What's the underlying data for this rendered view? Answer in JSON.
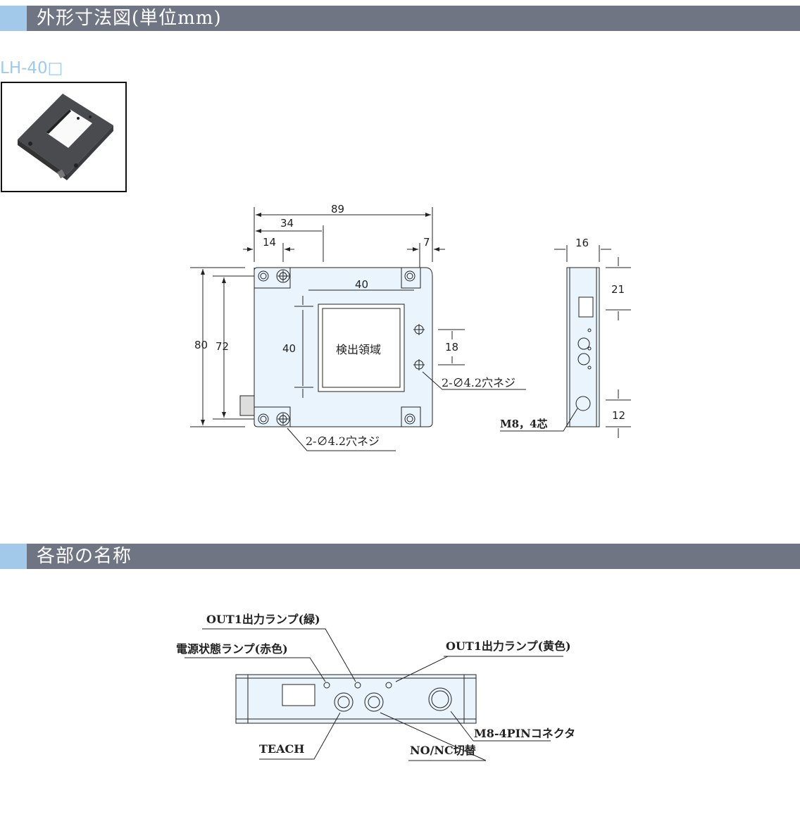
{
  "section1": {
    "title": "外形寸法図(単位mm)"
  },
  "model": "LH-40□",
  "front_view": {
    "dims": {
      "overall_width": "89",
      "to_center": "34",
      "hole_offset": "14",
      "right_margin": "7",
      "window_width": "40",
      "window_height": "40",
      "overall_height": "80",
      "hole_pitch_vertical": "72",
      "side_hole_pitch": "18"
    },
    "window_label": "検出領域",
    "hole_note_side": "2-∅4.2穴ネジ",
    "hole_note_bottom": "2-∅4.2穴ネジ"
  },
  "side_view": {
    "dims": {
      "thickness": "16",
      "top_offset": "21",
      "bottom_offset": "12"
    },
    "connector_note": "M8，4芯"
  },
  "section2": {
    "title": "各部の名称"
  },
  "parts": {
    "out1_green": "OUT1出力ランプ(緑)",
    "power_red": "電源状態ランプ(赤色)",
    "out1_yellow": "OUT1出力ランプ(黄色)",
    "teach": "TEACH",
    "nonc": "NO/NC切替",
    "connector": "M8-4PINコネクタ"
  },
  "colors": {
    "header": "#6f7583",
    "accent": "#a3c9ea",
    "model": "#9ccbee",
    "body_fill": "#eaf4fc"
  }
}
